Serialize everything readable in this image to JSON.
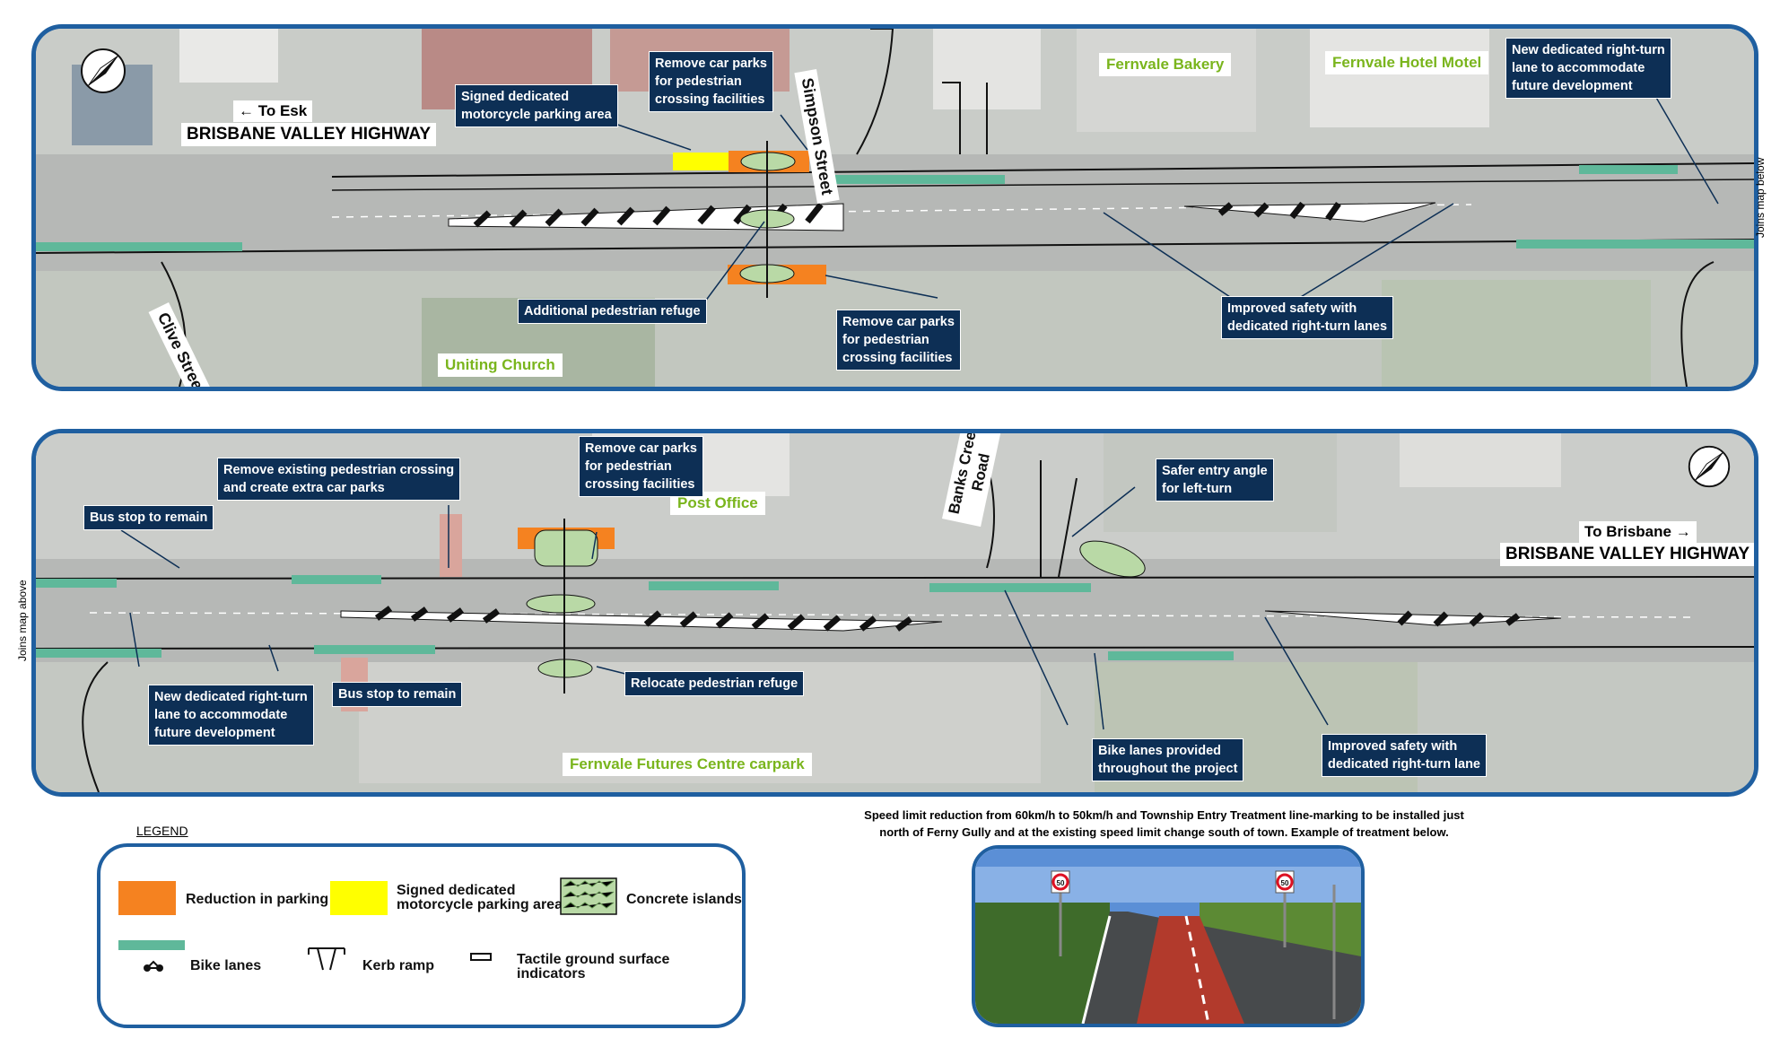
{
  "colors": {
    "frame": "#1f5fa0",
    "callout_bg": "#0d2f55",
    "place_text": "#7ab51d",
    "bike_lane": "#5fb89a",
    "parking_reduction": "#f58220",
    "motorcycle_parking": "#ffff00",
    "island": "#b9d9a6"
  },
  "top_map": {
    "direction_label": "To Esk",
    "highway_label": "BRISBANE VALLEY HIGHWAY",
    "streets": {
      "simpson": "Simpson Street",
      "clive": "Clive Street"
    },
    "places": {
      "church": "Uniting Church",
      "bakery": "Fernvale Bakery",
      "hotel": "Fernvale Hotel Motel"
    },
    "edge_note": "Joins map below",
    "callouts": {
      "motorcycle": "Signed dedicated\nmotorcycle parking area",
      "remove_parks_top": "Remove car parks\nfor pedestrian\ncrossing facilities",
      "refuge": "Additional pedestrian refuge",
      "remove_parks_bottom": "Remove car parks\nfor pedestrian\ncrossing facilities",
      "safety": "Improved safety with\ndedicated right-turn lanes",
      "right_turn": "New dedicated right-turn\nlane to accommodate\nfuture development"
    }
  },
  "bottom_map": {
    "direction_label": "To Brisbane",
    "highway_label": "BRISBANE VALLEY HIGHWAY",
    "streets": {
      "banks_line1": "Banks Creek",
      "banks_line2": "Road"
    },
    "places": {
      "post_office": "Post Office",
      "futures": "Fernvale Futures Centre carpark"
    },
    "edge_note": "Joins map above",
    "callouts": {
      "bus_stop_top": "Bus stop to remain",
      "remove_crossing": "Remove existing pedestrian crossing\nand create extra car parks",
      "remove_parks": "Remove car parks\nfor pedestrian\ncrossing facilities",
      "entry_angle": "Safer entry angle\nfor left-turn",
      "right_turn": "New dedicated right-turn\nlane to accommodate\nfuture development",
      "bus_stop_bottom": "Bus stop to remain",
      "relocate": "Relocate pedestrian refuge",
      "bike_lanes": "Bike lanes provided\nthroughout the project",
      "safety": "Improved safety with\ndedicated right-turn lane"
    }
  },
  "legend": {
    "title": "LEGEND",
    "items": {
      "reduction": "Reduction in parking",
      "motorcycle": "Signed dedicated\nmotorcycle parking area",
      "islands": "Concrete islands",
      "bike": "Bike lanes",
      "kerb": "Kerb ramp",
      "tactile": "Tactile ground surface indicators"
    },
    "icons": {
      "bike": "bicycle-icon",
      "kerb": "kerb-ramp-icon",
      "tactile": "tactile-indicator-icon"
    }
  },
  "speed_note": {
    "line1": "Speed limit reduction from 60km/h to 50km/h and Township Entry Treatment line-marking to be installed just",
    "line2": "north of Ferny Gully and at the existing speed limit change south of town. Example of treatment below."
  },
  "photo": {
    "sign_value": "50"
  },
  "icons": {
    "north_arrow": "north-arrow-icon",
    "arrow": "arrow-icon"
  }
}
